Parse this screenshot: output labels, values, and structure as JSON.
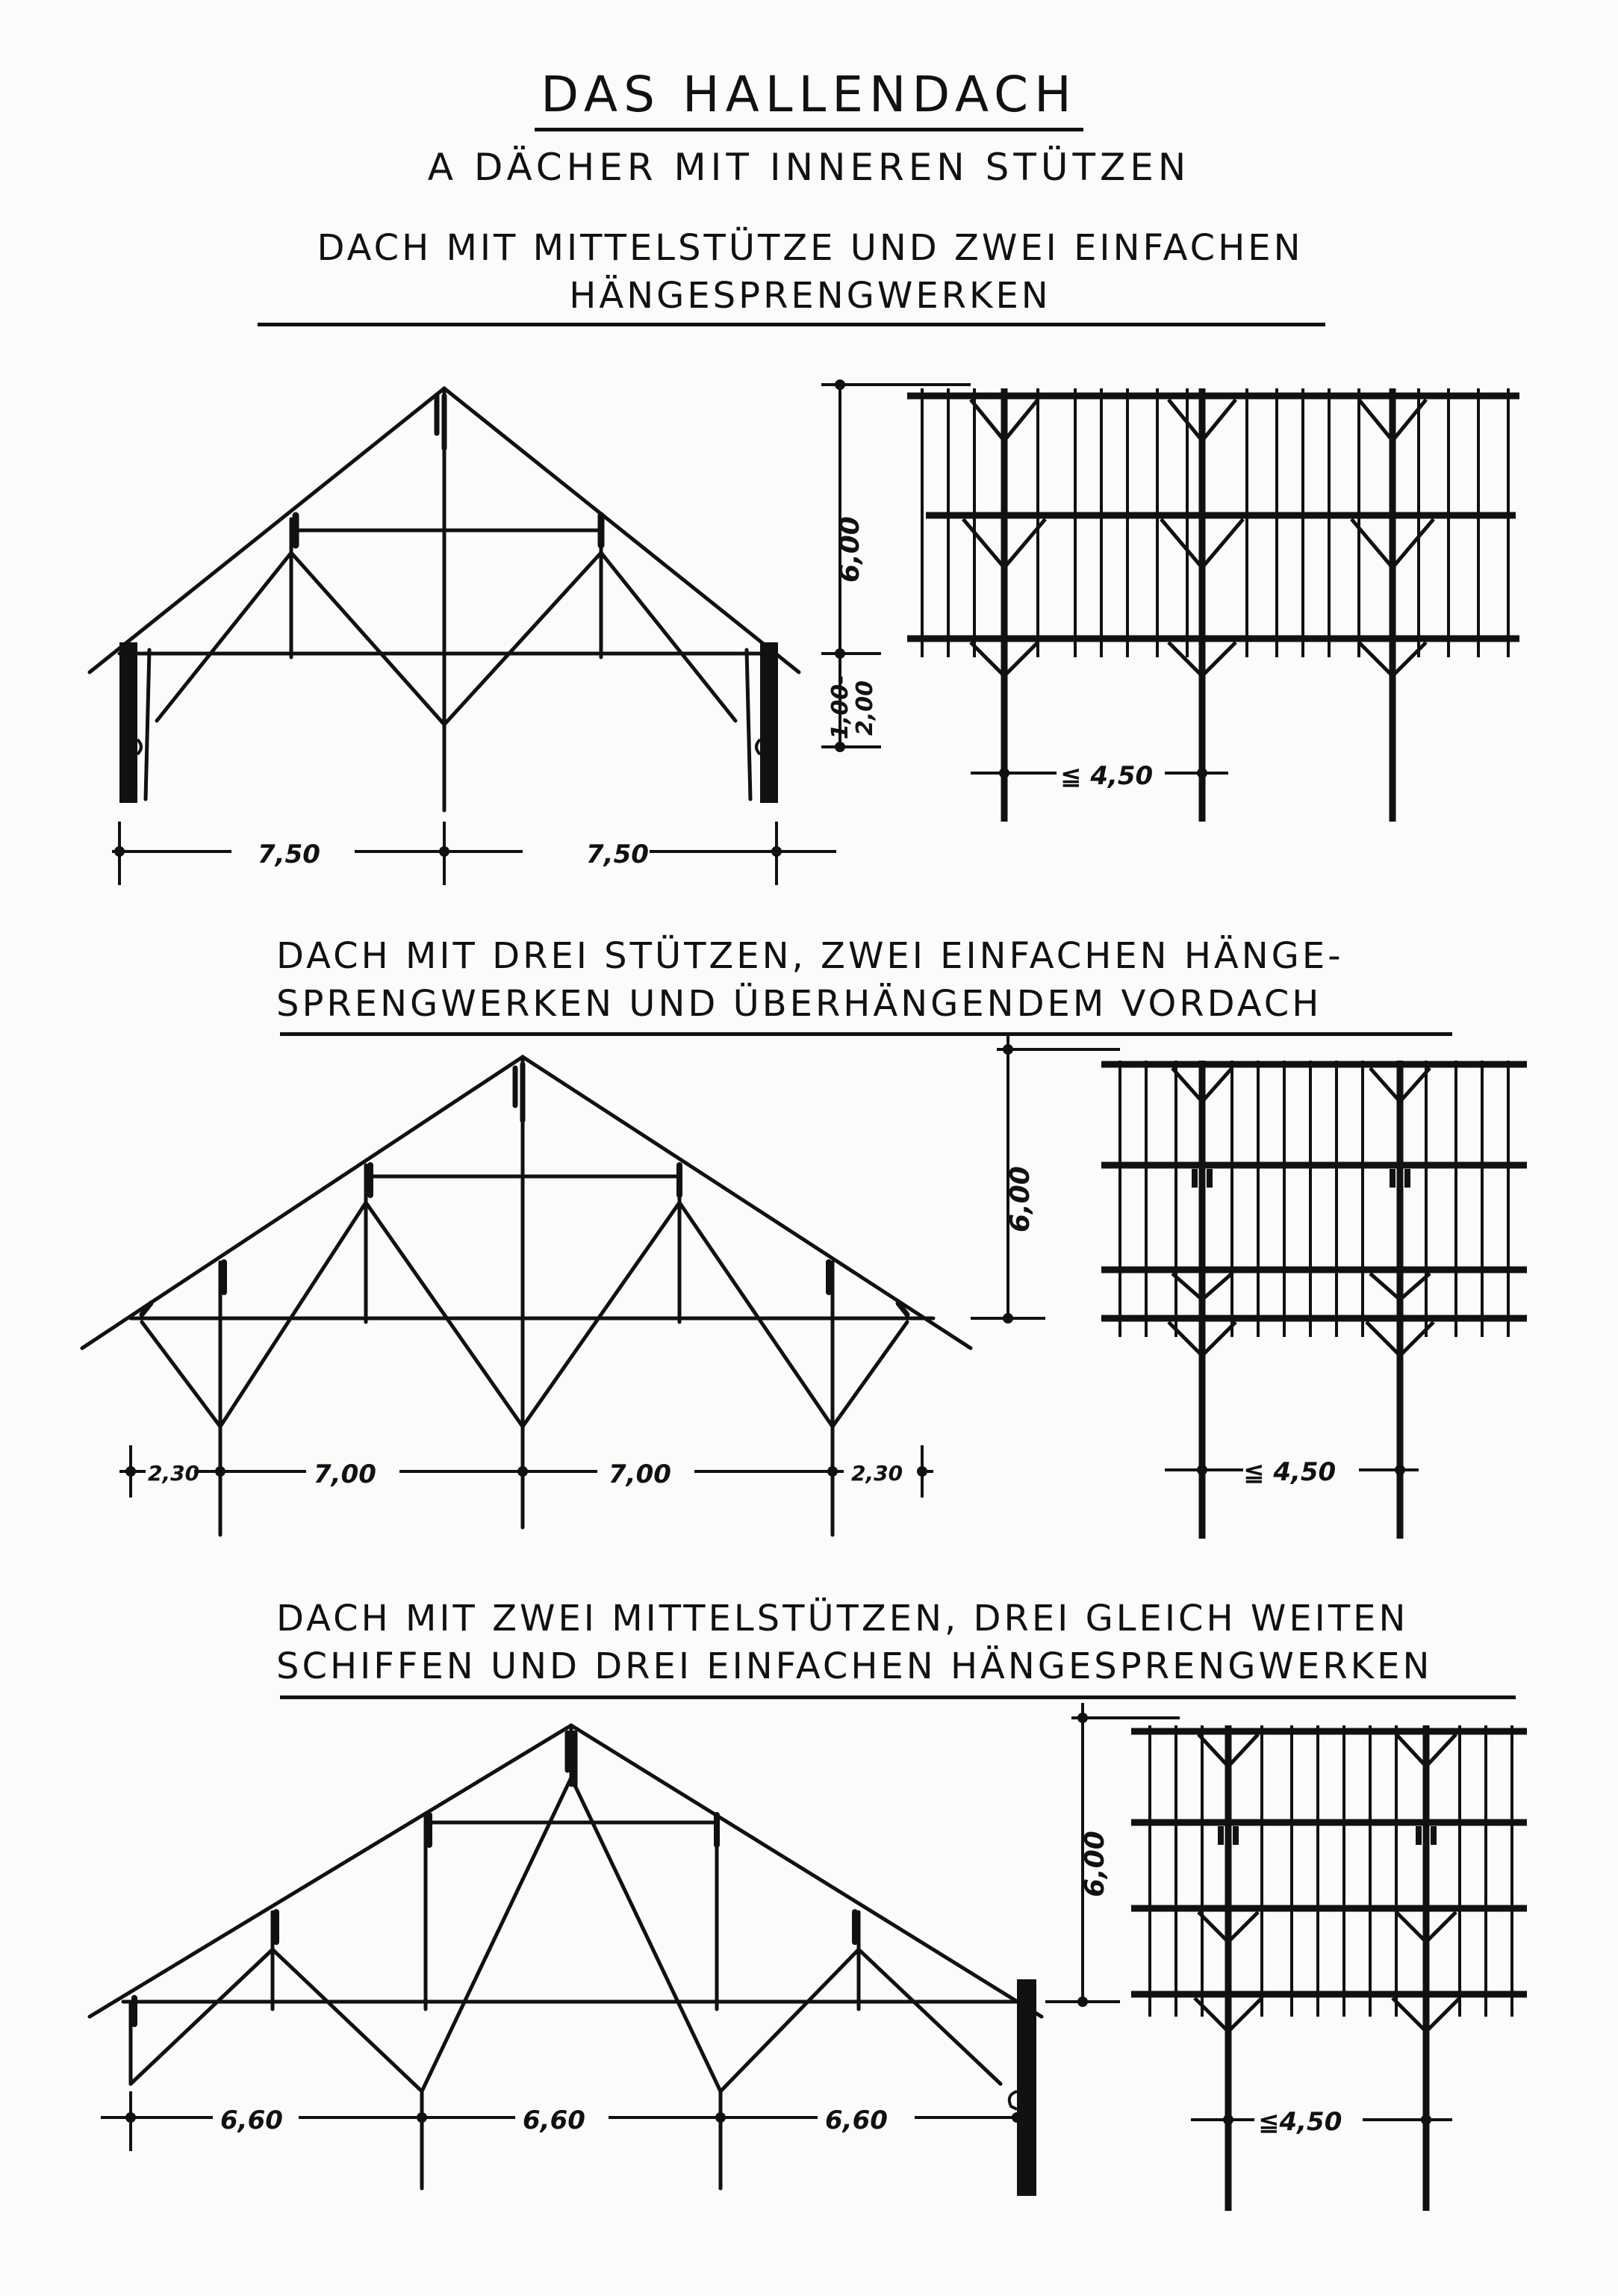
{
  "title": "DAS HALLENDACH",
  "subtitle": "A DÄCHER MIT INNEREN STÜTZEN",
  "sections": [
    {
      "heading_lines": [
        "DACH MIT MITTELSTÜTZE UND ZWEI EINFACHEN",
        "HÄNGESPRENGWERKEN"
      ],
      "dims": {
        "span_left": "7,50",
        "span_right": "7,50",
        "height": "6,00",
        "wall": "1,00-",
        "wall2": "2,00",
        "bay": "≦ 4,50"
      }
    },
    {
      "heading_lines": [
        "DACH MIT DREI STÜTZEN, ZWEI EINFACHEN HÄNGE-",
        "SPRENGWERKEN UND ÜBERHÄNGENDEM VORDACH"
      ],
      "dims": {
        "overhang_left": "2,30",
        "span_left": "7,00",
        "span_right": "7,00",
        "overhang_right": "2,30",
        "height": "6,00",
        "bay": "≦ 4,50"
      }
    },
    {
      "heading_lines": [
        "DACH MIT ZWEI MITTELSTÜTZEN, DREI GLEICH WEITEN",
        "SCHIFFEN UND DREI EINFACHEN HÄNGESPRENGWERKEN"
      ],
      "dims": {
        "span_1": "6,60",
        "span_2": "6,60",
        "span_3": "6,60",
        "height": "6,00",
        "bay": "≦4,50"
      }
    }
  ]
}
